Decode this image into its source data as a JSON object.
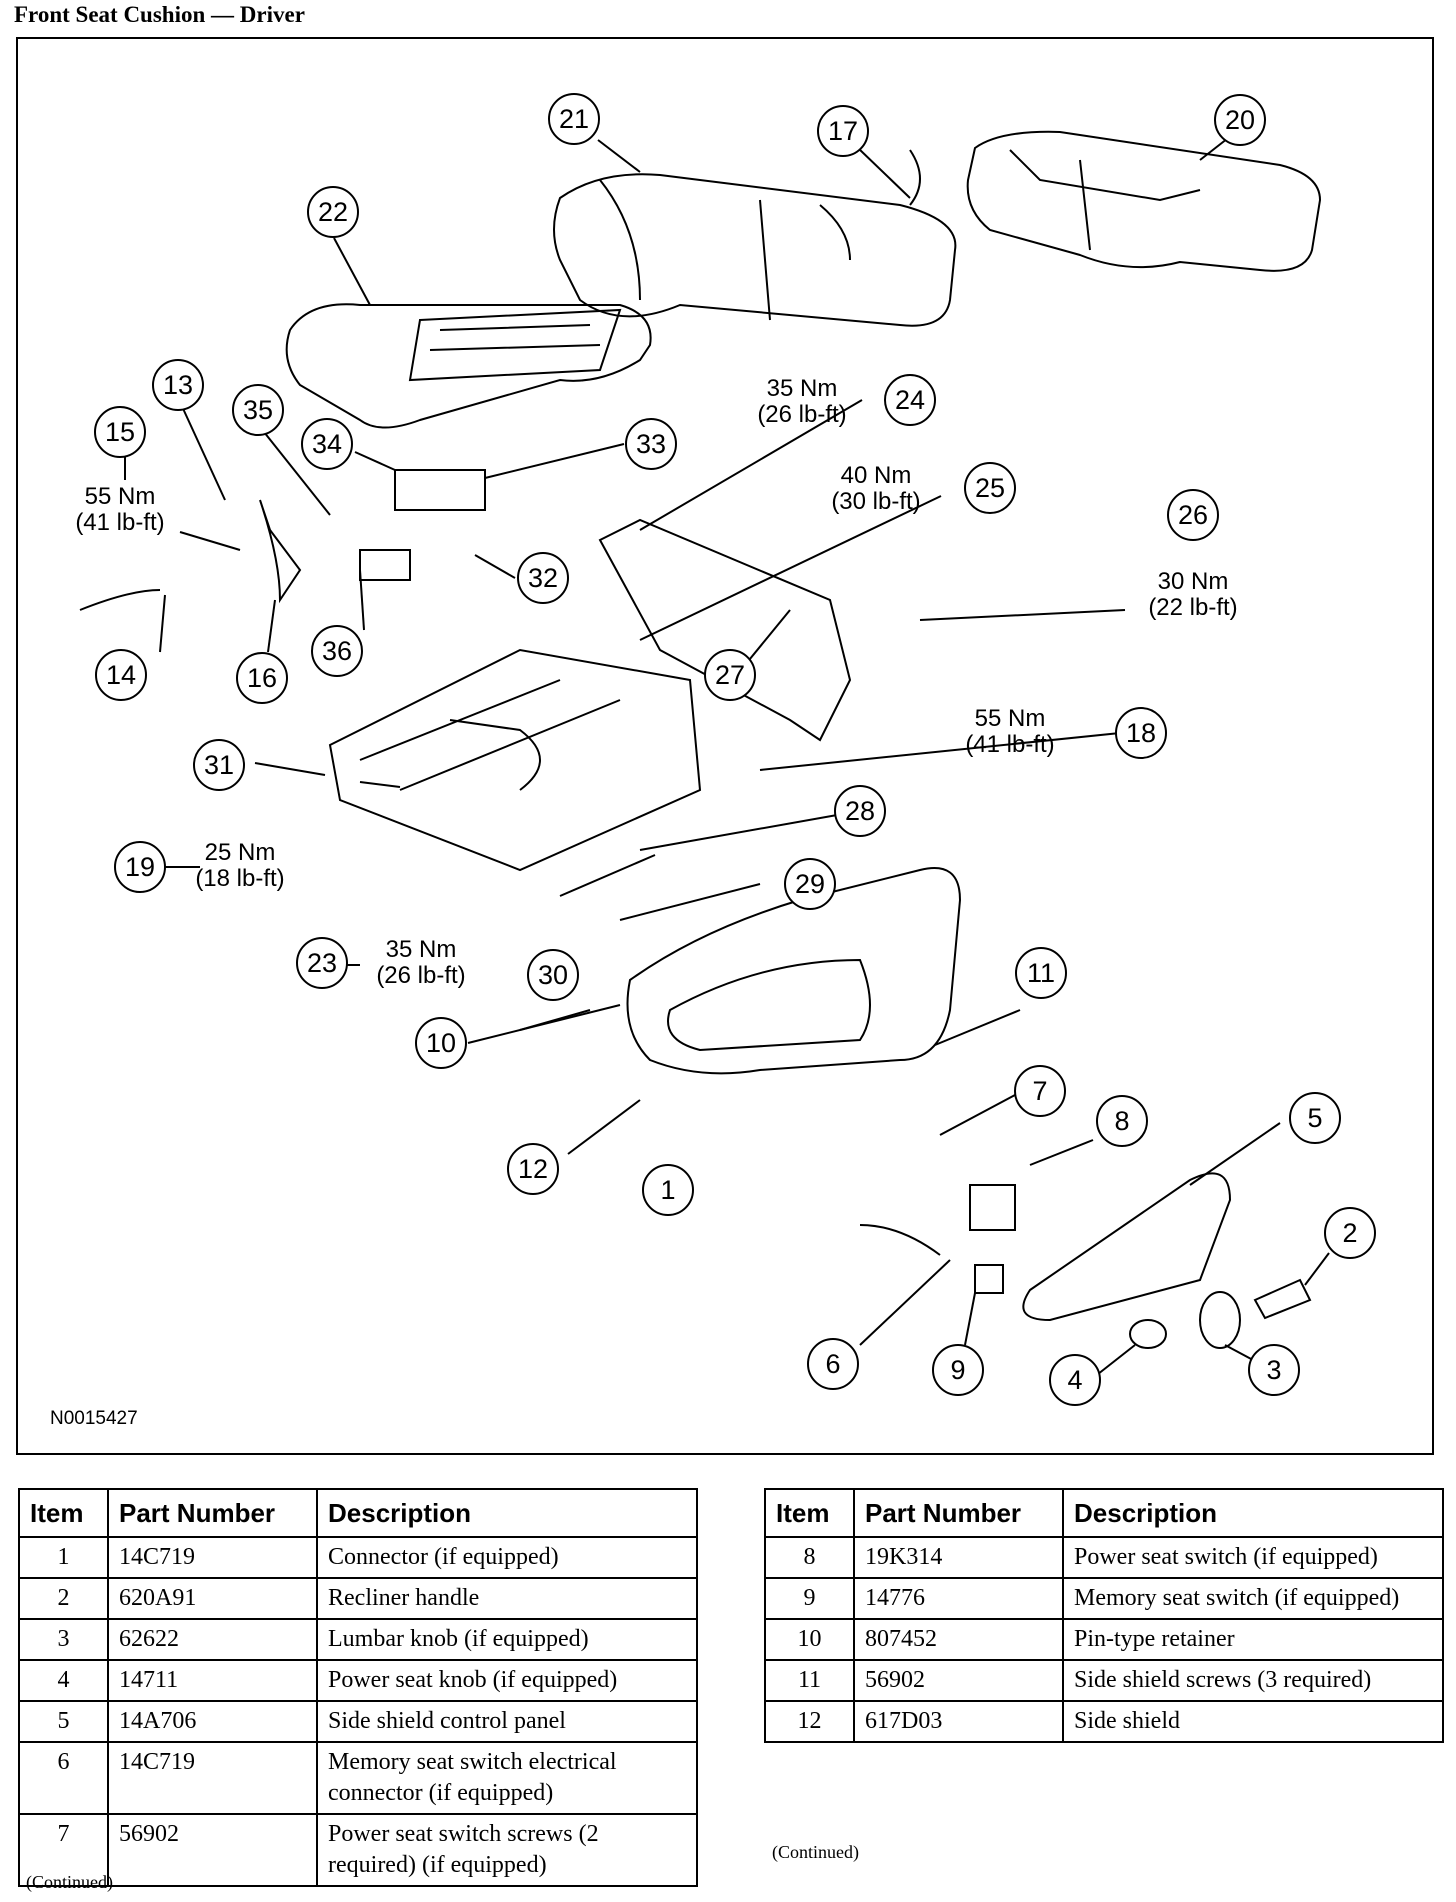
{
  "title": "Front Seat Cushion — Driver",
  "figure_id": "N0015427",
  "callouts": [
    {
      "num": "1"
    },
    {
      "num": "2"
    },
    {
      "num": "3"
    },
    {
      "num": "4"
    },
    {
      "num": "5"
    },
    {
      "num": "6"
    },
    {
      "num": "7"
    },
    {
      "num": "8"
    },
    {
      "num": "9"
    },
    {
      "num": "10"
    },
    {
      "num": "11"
    },
    {
      "num": "12"
    },
    {
      "num": "13"
    },
    {
      "num": "14"
    },
    {
      "num": "15"
    },
    {
      "num": "16"
    },
    {
      "num": "17"
    },
    {
      "num": "18"
    },
    {
      "num": "19"
    },
    {
      "num": "20"
    },
    {
      "num": "21"
    },
    {
      "num": "22"
    },
    {
      "num": "23"
    },
    {
      "num": "24"
    },
    {
      "num": "25"
    },
    {
      "num": "26"
    },
    {
      "num": "27"
    },
    {
      "num": "28"
    },
    {
      "num": "29"
    },
    {
      "num": "30"
    },
    {
      "num": "31"
    },
    {
      "num": "32"
    },
    {
      "num": "33"
    },
    {
      "num": "34"
    },
    {
      "num": "35"
    },
    {
      "num": "36"
    }
  ],
  "torques": [
    {
      "nm": "35 Nm",
      "lbft": "(26 lb-ft)"
    },
    {
      "nm": "40 Nm",
      "lbft": "(30 lb-ft)"
    },
    {
      "nm": "30 Nm",
      "lbft": "(22 lb-ft)"
    },
    {
      "nm": "55 Nm",
      "lbft": "(41 lb-ft)"
    },
    {
      "nm": "55 Nm",
      "lbft": "(41 lb-ft)"
    },
    {
      "nm": "25 Nm",
      "lbft": "(18 lb-ft)"
    },
    {
      "nm": "35 Nm",
      "lbft": "(26 lb-ft)"
    }
  ],
  "table_headers": {
    "item": "Item",
    "part_number": "Part Number",
    "description": "Description"
  },
  "parts_left": [
    {
      "item": "1",
      "part": "14C719",
      "desc": "Connector (if equipped)"
    },
    {
      "item": "2",
      "part": "620A91",
      "desc": "Recliner handle"
    },
    {
      "item": "3",
      "part": "62622",
      "desc": "Lumbar knob (if equipped)"
    },
    {
      "item": "4",
      "part": "14711",
      "desc": "Power seat knob (if equipped)"
    },
    {
      "item": "5",
      "part": "14A706",
      "desc": "Side shield control panel"
    },
    {
      "item": "6",
      "part": "14C719",
      "desc": "Memory seat switch electrical connector (if equipped)"
    },
    {
      "item": "7",
      "part": "56902",
      "desc": "Power seat switch screws (2 required) (if equipped)"
    }
  ],
  "parts_right": [
    {
      "item": "8",
      "part": "19K314",
      "desc": "Power seat switch (if equipped)"
    },
    {
      "item": "9",
      "part": "14776",
      "desc": "Memory seat switch (if equipped)"
    },
    {
      "item": "10",
      "part": "807452",
      "desc": "Pin-type retainer"
    },
    {
      "item": "11",
      "part": "56902",
      "desc": "Side shield screws (3 required)"
    },
    {
      "item": "12",
      "part": "617D03",
      "desc": "Side shield"
    }
  ],
  "continued_label": "(Continued)"
}
